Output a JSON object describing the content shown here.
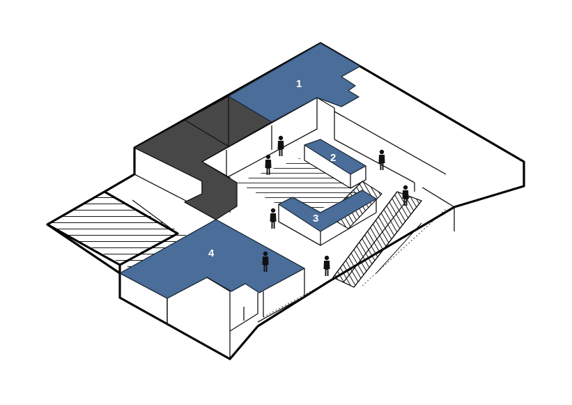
{
  "colors": {
    "zone_fill": "#4a6d99",
    "dark_fill": "#474747",
    "outline": "#000000",
    "background": "#ffffff"
  },
  "icons": [
    "person-figure-icon",
    "escalator-icon"
  ],
  "zones": [
    {
      "id": "1",
      "label": "1"
    },
    {
      "id": "2",
      "label": "2"
    },
    {
      "id": "3",
      "label": "3"
    },
    {
      "id": "4",
      "label": "4"
    }
  ]
}
